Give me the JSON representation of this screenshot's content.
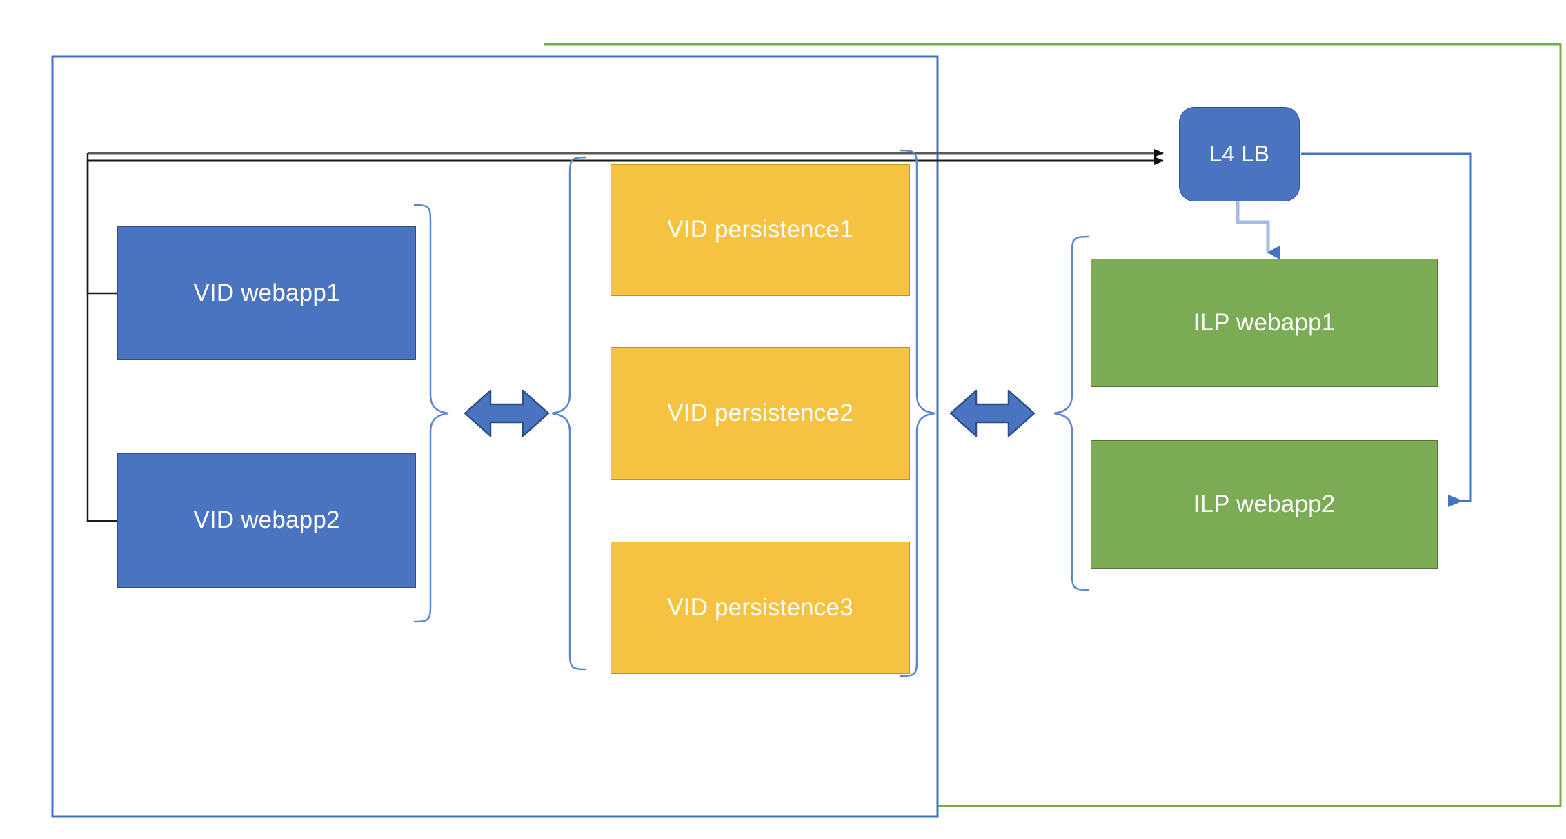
{
  "diagram": {
    "type": "architecture-diagram",
    "title": "",
    "colors": {
      "vid_webapp_fill": "#4A74BF",
      "vid_webapp_stroke": "#2F4F87",
      "vid_persistence_fill": "#F5C242",
      "vid_persistence_stroke": "#C8960F",
      "ilp_webapp_fill": "#7CAB55",
      "ilp_webapp_stroke": "#55753A",
      "l4lb_fill": "#4A74BF",
      "l4lb_stroke": "#2F4F87",
      "blue_container_stroke": "#4472C4",
      "green_container_stroke": "#70AD47",
      "brace_stroke": "#5B86D0",
      "double_arrow_fill": "#4A74BF",
      "double_arrow_stroke": "#2F4F87",
      "black_connector": "#1A1A1A",
      "gray_connector": "#595959",
      "blue_connector": "#4472C4",
      "light_blue_connector": "#A2BCE3"
    },
    "containers": [
      {
        "id": "blue-container",
        "label": "",
        "stroke": "#4472C4"
      },
      {
        "id": "green-container",
        "label": "",
        "stroke": "#70AD47"
      }
    ],
    "nodes": {
      "vid_webapps": [
        {
          "id": "vid-webapp1",
          "label": "VID webapp1"
        },
        {
          "id": "vid-webapp2",
          "label": "VID webapp2"
        }
      ],
      "vid_persistence": [
        {
          "id": "vid-persistence1",
          "label": "VID persistence1"
        },
        {
          "id": "vid-persistence2",
          "label": "VID persistence2"
        },
        {
          "id": "vid-persistence3",
          "label": "VID persistence3"
        }
      ],
      "load_balancer": {
        "id": "l4-lb",
        "label": "L4 LB"
      },
      "ilp_webapps": [
        {
          "id": "ilp-webapp1",
          "label": "ILP webapp1"
        },
        {
          "id": "ilp-webapp2",
          "label": "ILP webapp2"
        }
      ]
    },
    "connectors": [
      {
        "id": "webapps-to-lb-1",
        "from": "vid-webapp1",
        "to": "l4-lb",
        "style": "solid-gray",
        "arrow": "end"
      },
      {
        "id": "webapps-to-lb-2",
        "from": "vid-webapp2",
        "to": "l4-lb",
        "style": "solid-black",
        "arrow": "end"
      },
      {
        "id": "lb-to-ilp1",
        "from": "l4-lb",
        "to": "ilp-webapp1",
        "style": "elbow-blue",
        "arrow": "end"
      },
      {
        "id": "lb-to-ilp2",
        "from": "l4-lb",
        "to": "ilp-webapp2",
        "style": "elbow-blue",
        "arrow": "end"
      }
    ],
    "relations": [
      {
        "id": "rel-webapp-persistence",
        "left": "vid-webapps",
        "right": "vid-persistence",
        "symbol": "double-arrow"
      },
      {
        "id": "rel-persistence-ilp",
        "left": "vid-persistence",
        "right": "ilp-webapps",
        "symbol": "double-arrow"
      }
    ]
  }
}
